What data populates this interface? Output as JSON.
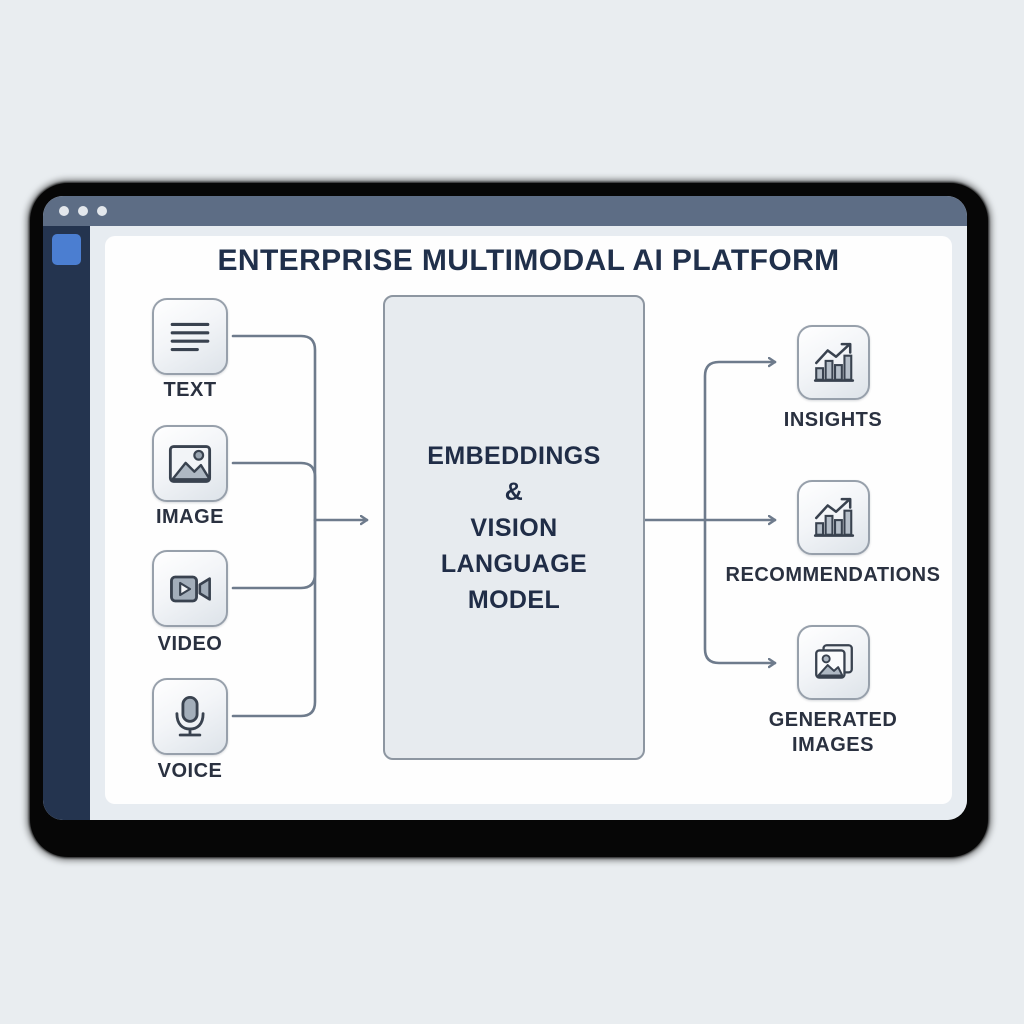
{
  "window": {
    "titlebar": {
      "dot_count": 3,
      "color": "#5d6d85",
      "dot_color": "#e3e7ec"
    },
    "sidebar": {
      "color": "#24344f",
      "app_icon_color": "#4b7ed1"
    },
    "bezel_color": "#060606"
  },
  "diagram": {
    "title": "ENTERPRISE MULTIMODAL AI PLATFORM",
    "inputs": [
      {
        "id": "text",
        "label": "TEXT",
        "icon": "text-lines-icon"
      },
      {
        "id": "image",
        "label": "IMAGE",
        "icon": "image-icon"
      },
      {
        "id": "video",
        "label": "VIDEO",
        "icon": "video-camera-icon"
      },
      {
        "id": "voice",
        "label": "VOICE",
        "icon": "microphone-icon"
      }
    ],
    "center": {
      "lines": [
        "EMBEDDINGS",
        "&",
        "VISION",
        "LANGUAGE",
        "MODEL"
      ],
      "fill": "#e7ebef",
      "border": "#8d96a1"
    },
    "outputs": [
      {
        "id": "insights",
        "label": "INSIGHTS",
        "icon": "chart-growth-icon"
      },
      {
        "id": "recommendations",
        "label": "RECOMMENDATIONS",
        "icon": "chart-growth-icon"
      },
      {
        "id": "generated-images",
        "label": "GENERATED IMAGES",
        "icon": "stacked-images-icon"
      }
    ],
    "colors": {
      "connector": "#6e7b8c",
      "title_text": "#20304b",
      "label_text": "#2a3140",
      "icon_stroke": "#39424f",
      "icon_fill": "#aeb8c3",
      "tile_border": "#97a0ab"
    }
  }
}
